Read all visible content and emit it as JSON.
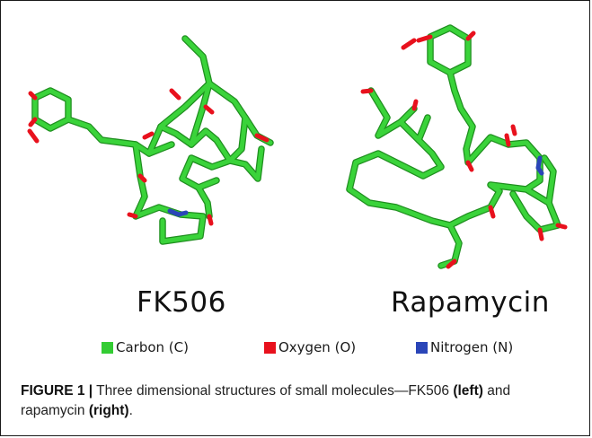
{
  "figure": {
    "molecules": [
      {
        "name": "FK506"
      },
      {
        "name": "Rapamycin"
      }
    ],
    "legend": [
      {
        "label": "Carbon (C)",
        "color": "#33cc33"
      },
      {
        "label": "Oxygen (O)",
        "color": "#e8111d"
      },
      {
        "label": "Nitrogen (N)",
        "color": "#2a45b8"
      }
    ],
    "colors": {
      "carbon": "#33cc33",
      "carbon_dark": "#1f8f1f",
      "oxygen": "#e8111d",
      "nitrogen": "#2a45b8"
    }
  },
  "caption": {
    "label": "FIGURE 1 |",
    "text_before": " Three dimensional structures of small molecules—FK506 ",
    "left_marker": "(left)",
    "text_middle": " and rapamycin ",
    "right_marker": "(right)",
    "text_after": "."
  }
}
